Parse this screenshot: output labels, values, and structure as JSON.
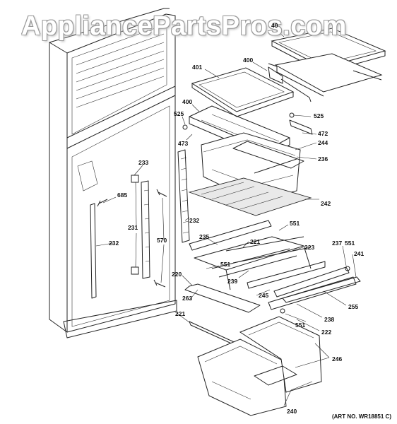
{
  "header": {
    "watermark": "AppliancePartsPros.com"
  },
  "callouts": {
    "c40": "40",
    "c401": "401",
    "c400a": "400",
    "c400b": "400",
    "c525a": "525",
    "c525b": "525",
    "c472": "472",
    "c473": "473",
    "c244": "244",
    "c236": "236",
    "c242": "242",
    "c233": "233",
    "c685": "685",
    "c231": "231",
    "c570": "570",
    "c232a": "232",
    "c232b": "232",
    "c551a": "551",
    "c551b": "551",
    "c551c": "551",
    "c551d": "551",
    "c235": "235",
    "c221a": "221",
    "c221b": "221",
    "c223": "223",
    "c237": "237",
    "c241": "241",
    "c220": "220",
    "c239": "239",
    "c263": "263",
    "c245": "245",
    "c255": "255",
    "c238": "238",
    "c222": "222",
    "c246": "246",
    "c240": "240"
  },
  "footer": {
    "art_number": "(ART NO. WR18851 C)"
  }
}
